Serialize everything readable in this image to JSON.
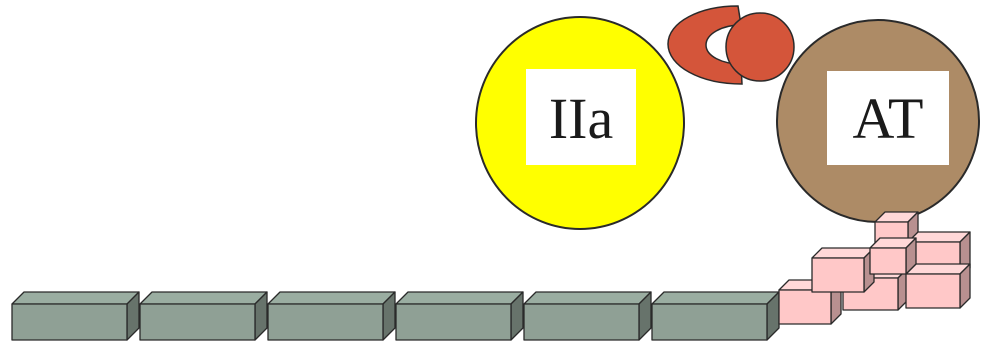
{
  "labels": {
    "thrombin": "IIa",
    "antithrombin": "AT"
  },
  "colors": {
    "thrombin": "#ffff00",
    "antithrombin": "#ad8b66",
    "bridge": "#d4553a",
    "chain_block": "#8fa095",
    "pentasaccharide": "#ffc8c8",
    "outline": "#2a2a2a",
    "label_box": "#ffffff"
  },
  "chain": {
    "block_count": 6
  },
  "pentasaccharide": {
    "cube_count": 7
  }
}
